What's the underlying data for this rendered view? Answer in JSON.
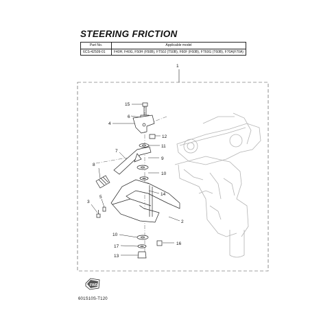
{
  "title": "STEERING FRICTION",
  "table": {
    "headers": [
      "Part No.",
      "Applicable model"
    ],
    "row": [
      "6CS-42509-01",
      "F40H, F40G, F50H (F50B), FT50J (T50B), F60F (F60B), FT60G (T60B), F70A(F70A)"
    ]
  },
  "callouts": [
    "1",
    "15",
    "6",
    "4",
    "12",
    "11",
    "7",
    "9",
    "8",
    "10",
    "14",
    "3",
    "5",
    "2",
    "10",
    "17",
    "16",
    "13"
  ],
  "fwd_label": "FWD",
  "figure_code": "601S10S-T120",
  "icons": {
    "fwd": "fwd-arrow-icon"
  }
}
